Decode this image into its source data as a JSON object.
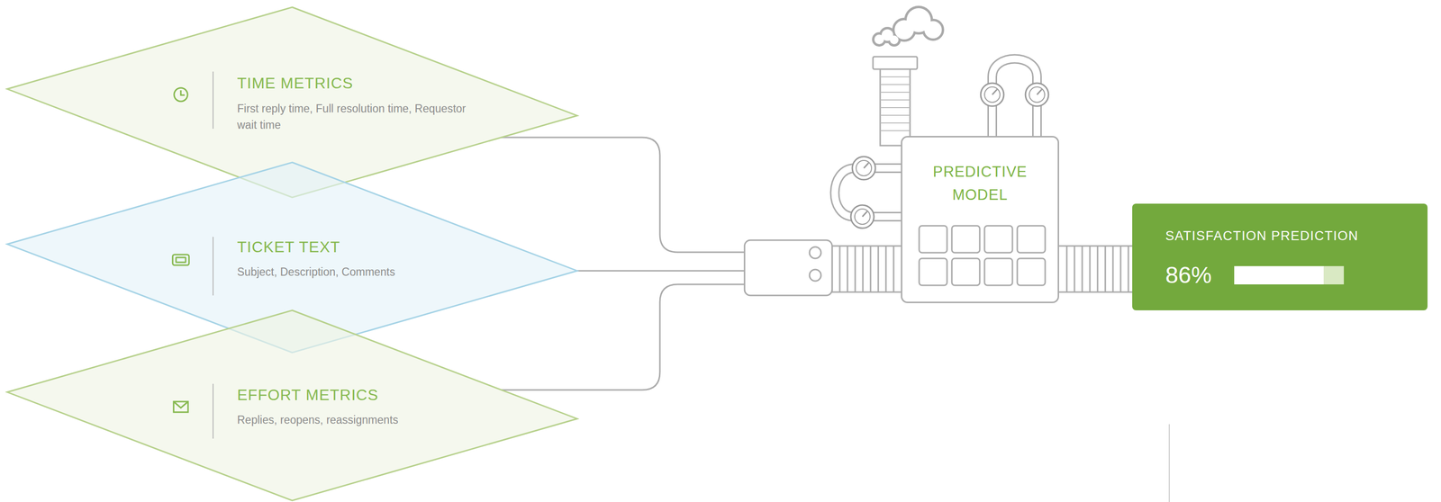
{
  "diagram": {
    "nodes": [
      {
        "text": [
          "TIME METRICS",
          "First reply time, Full resolution time, Requestor wait time"
        ]
      },
      {
        "text": [
          "TICKET TEXT",
          "Subject, Description, Comments"
        ]
      },
      {
        "text": [
          "EFFORT METRICS",
          "Replies, reopens, reassignments"
        ]
      },
      {
        "text": [
          "PREDICTIVE MODEL"
        ]
      },
      {
        "text": [
          "SATISFACTION PREDICTION",
          "86%"
        ]
      }
    ],
    "edges": [
      {
        "from": 0,
        "to": 3,
        "arrow": "none"
      },
      {
        "from": 1,
        "to": 3,
        "arrow": "none"
      },
      {
        "from": 2,
        "to": 3,
        "arrow": "none"
      },
      {
        "from": 3,
        "to": 4,
        "arrow": "none"
      }
    ]
  }
}
